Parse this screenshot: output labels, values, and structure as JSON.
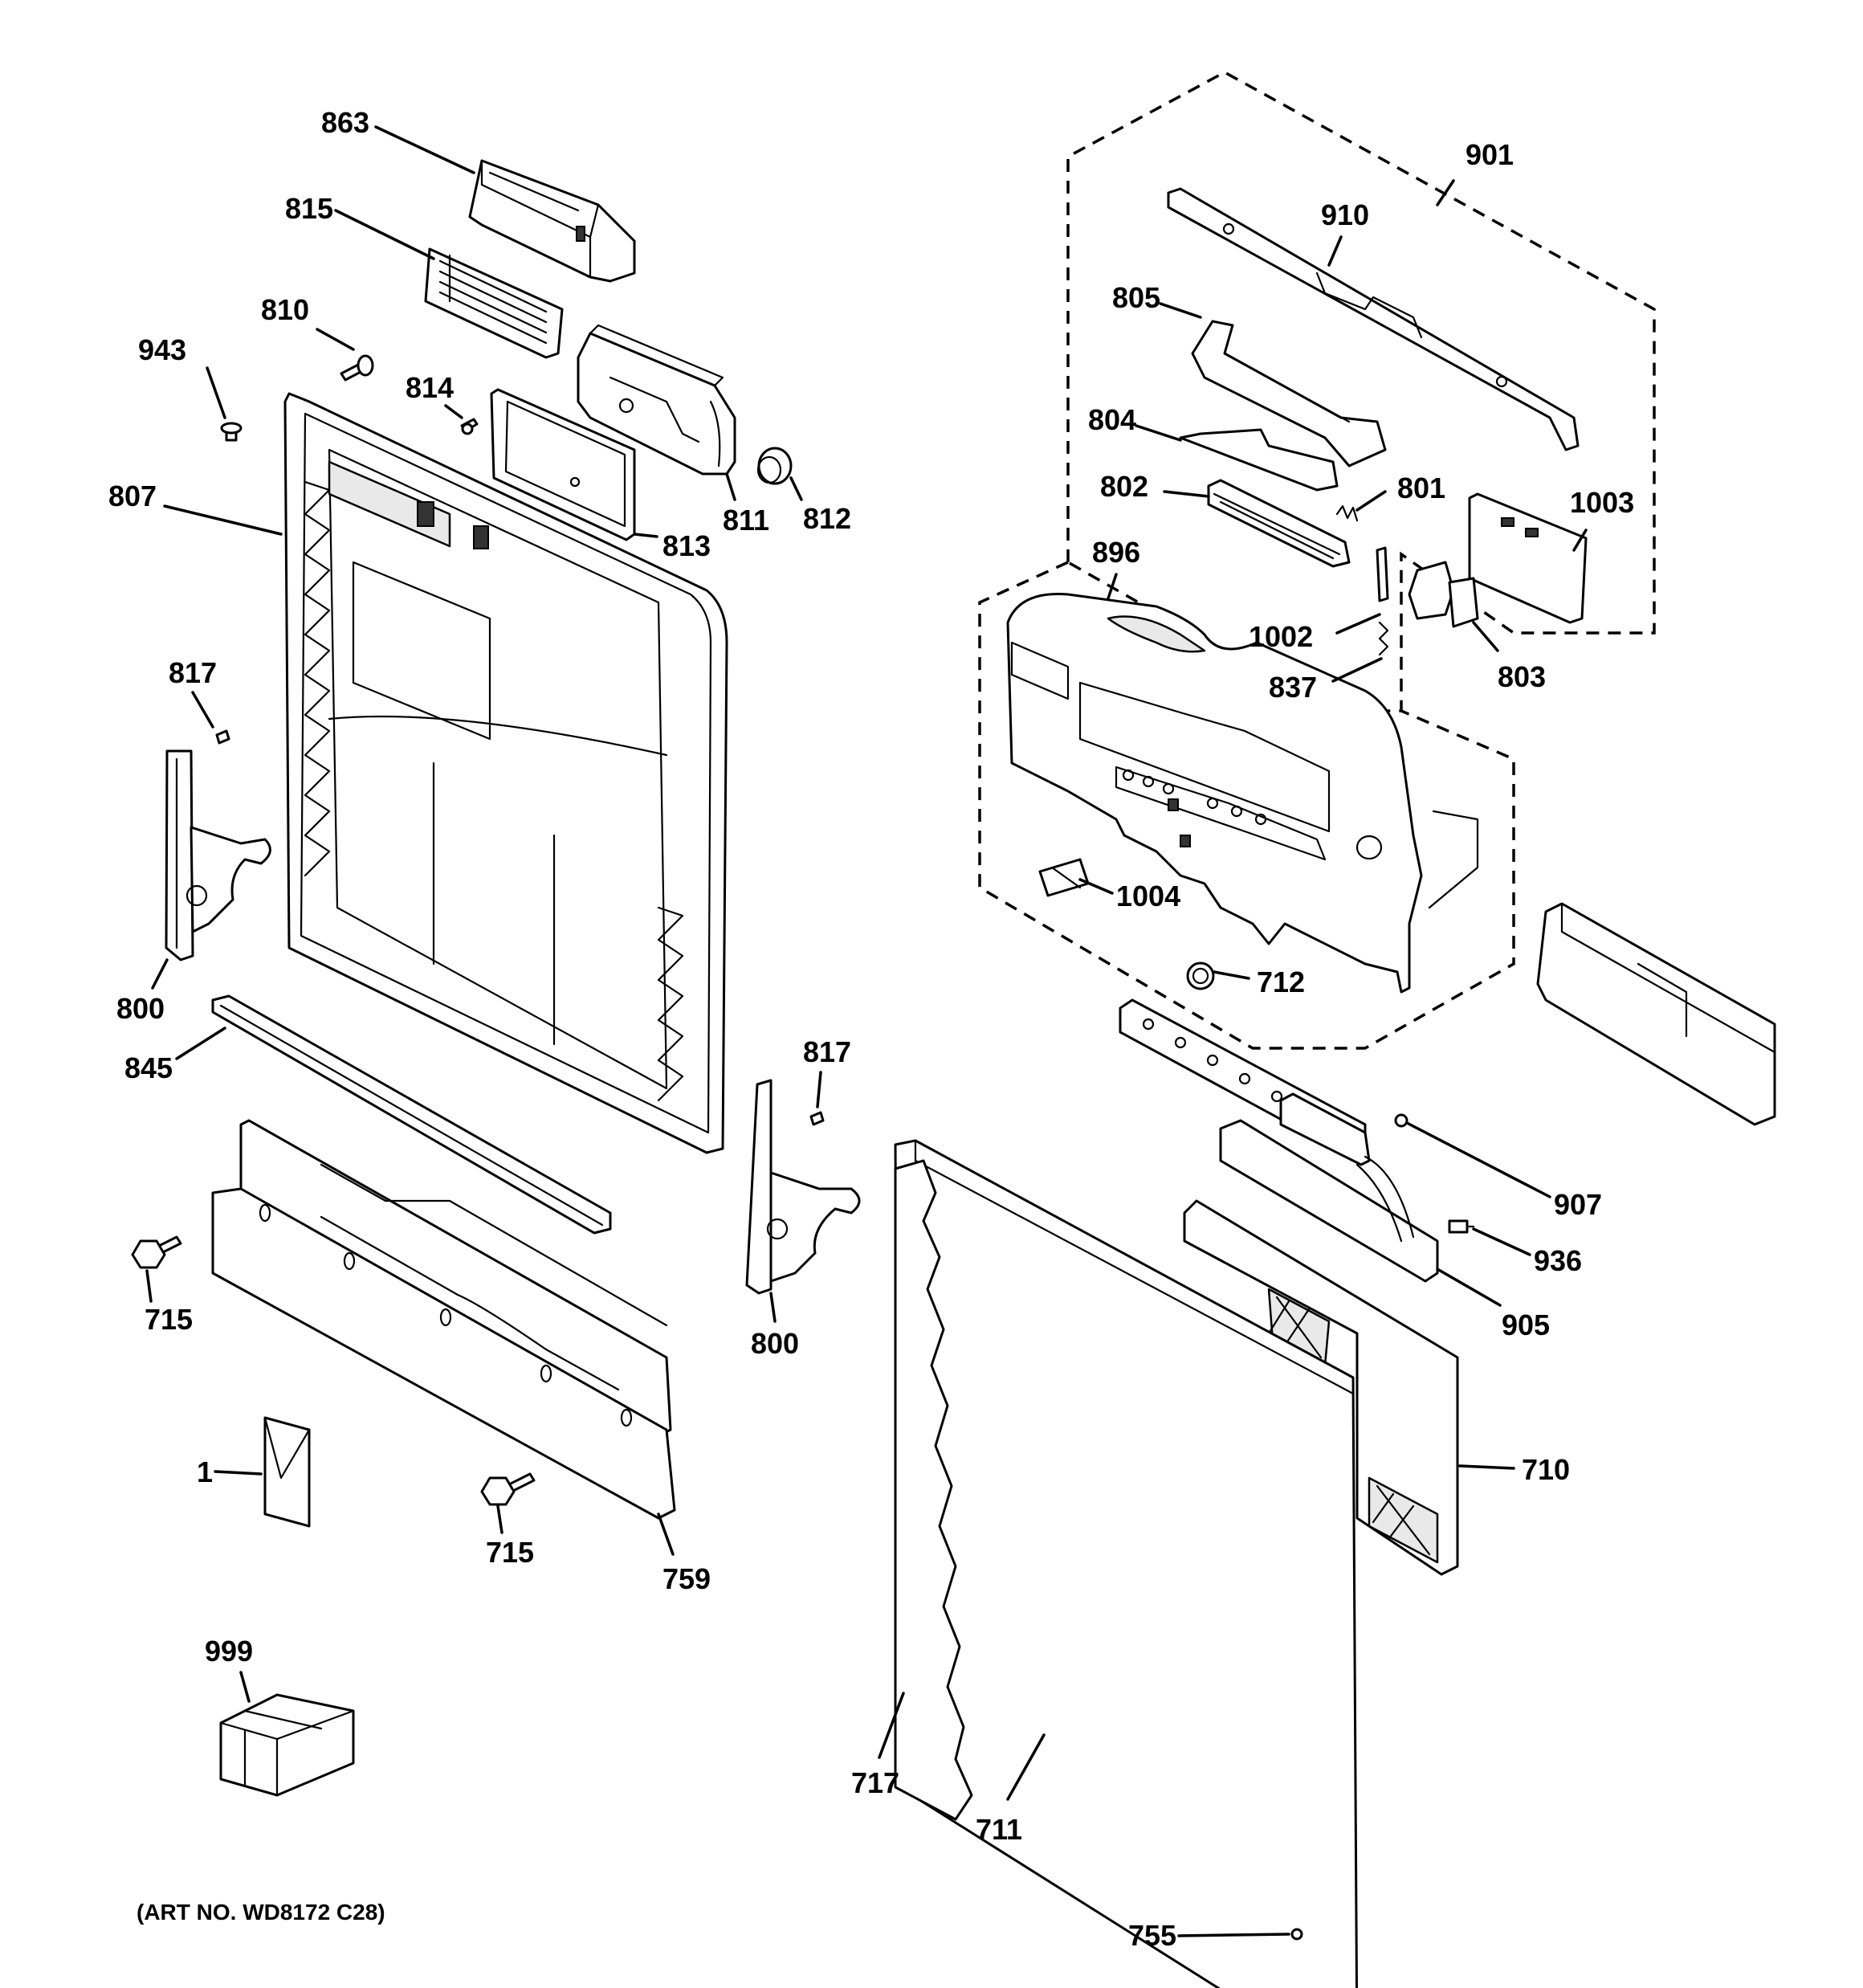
{
  "art_number": "(ART NO. WD8172 C28)",
  "callouts": {
    "c863": "863",
    "c815": "815",
    "c810": "810",
    "c943": "943",
    "c814": "814",
    "c807": "807",
    "c813": "813",
    "c811": "811",
    "c812": "812",
    "c817a": "817",
    "c800a": "800",
    "c845": "845",
    "c817b": "817",
    "c800b": "800",
    "c715a": "715",
    "c715b": "715",
    "c1": "1",
    "c759": "759",
    "c999": "999",
    "c901": "901",
    "c910": "910",
    "c805": "805",
    "c804": "804",
    "c802": "802",
    "c801": "801",
    "c1003": "1003",
    "c896": "896",
    "c1002": "1002",
    "c837": "837",
    "c803": "803",
    "c1004": "1004",
    "c712": "712",
    "c907": "907",
    "c936": "936",
    "c905": "905",
    "c710": "710",
    "c717": "717",
    "c711": "711",
    "c755": "755"
  }
}
